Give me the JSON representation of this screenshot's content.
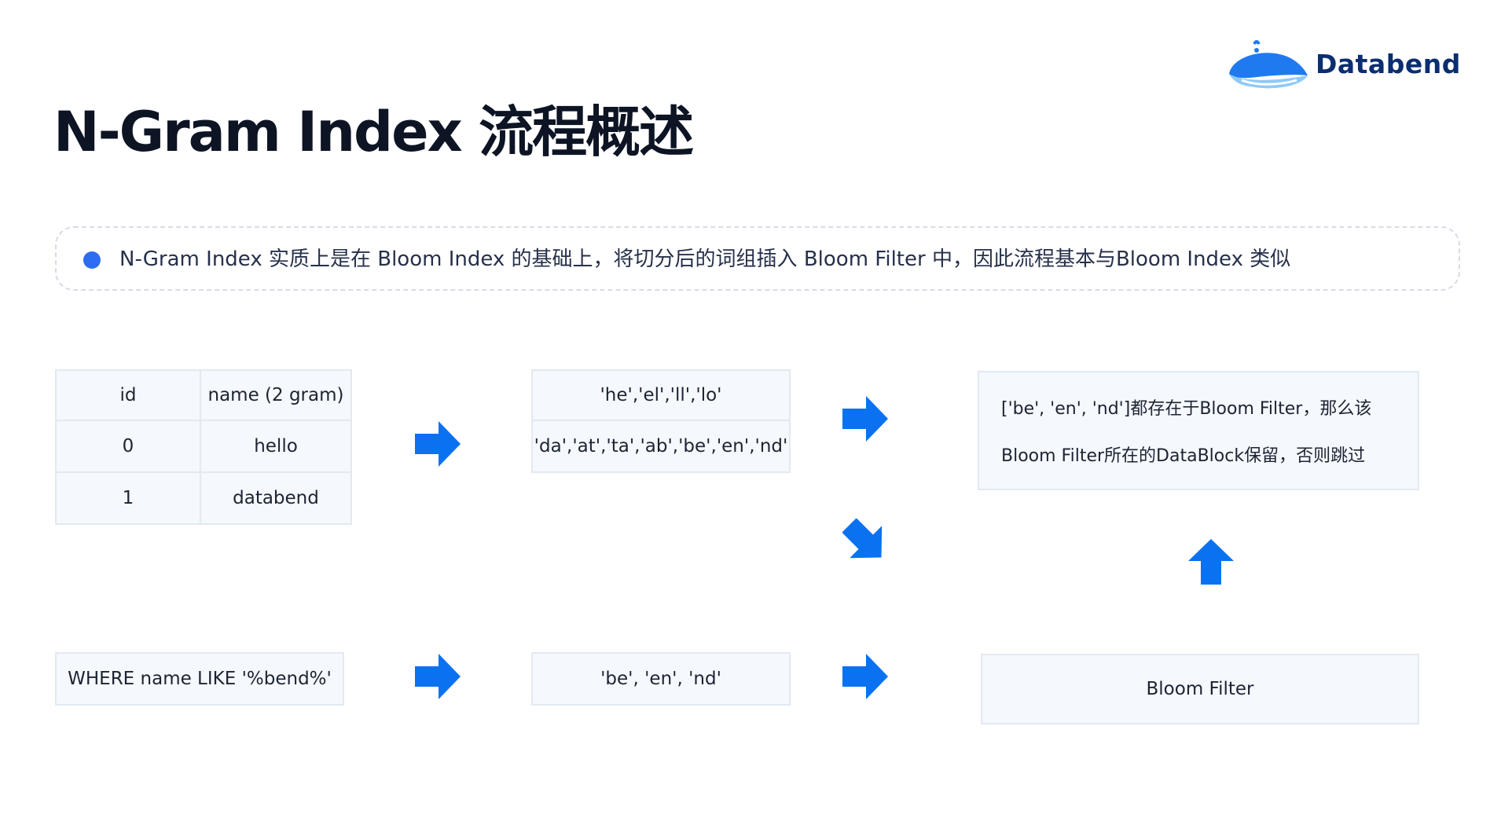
{
  "title": "N-Gram Index 流程概述",
  "logo": {
    "name": "Databend",
    "brand_color": "#0b2e6f",
    "icon": "whale-icon"
  },
  "callout": {
    "text": "N-Gram Index 实质上是在 Bloom Index 的基础上，将切分后的词组插入 Bloom Filter 中，因此流程基本与Bloom Index 类似",
    "bullet_color": "#2d6df0"
  },
  "table": {
    "headers": [
      "id",
      "name (2 gram)"
    ],
    "rows": [
      [
        "0",
        "hello"
      ],
      [
        "1",
        "databend"
      ]
    ]
  },
  "grams": {
    "row1": "'he','el','ll','lo'",
    "row2": "'da','at','ta','ab','be','en','nd'"
  },
  "result": {
    "line1": "['be', 'en', 'nd']都存在于Bloom Filter，那么该",
    "line2": "Bloom Filter所在的DataBlock保留，否则跳过"
  },
  "query": "WHERE name LIKE '%bend%'",
  "query_grams": "'be', 'en', 'nd'",
  "bloom_filter": "Bloom Filter",
  "arrow_color": "#0a72f0"
}
